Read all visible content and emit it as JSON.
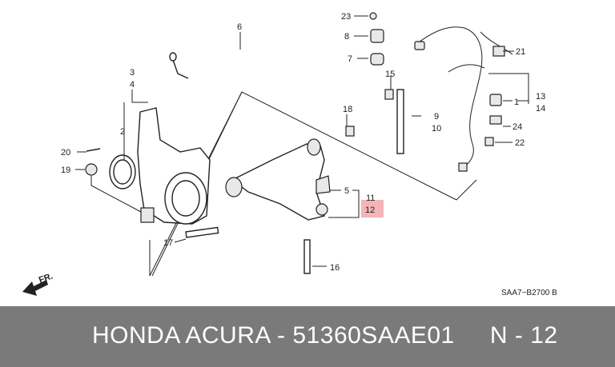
{
  "labels": {
    "l23": "23",
    "l8": "8",
    "l7": "7",
    "l6": "6",
    "l15": "15",
    "l21": "21",
    "l1": "1",
    "l13": "13",
    "l14": "14",
    "l24": "24",
    "l22": "22",
    "l3": "3",
    "l4": "4",
    "l2": "2",
    "l18": "18",
    "l9": "9",
    "l10": "10",
    "l20": "20",
    "l19": "19",
    "l5": "5",
    "l11": "11",
    "l12": "12",
    "l17": "17",
    "l16": "16"
  },
  "highlight_color": "#f4b4b8",
  "front_marker": "FR.",
  "diagram_ref": "SAA7−B2700 B",
  "footer": {
    "text": "HONDA ACURA - 51360SAAE01     N - 12"
  }
}
